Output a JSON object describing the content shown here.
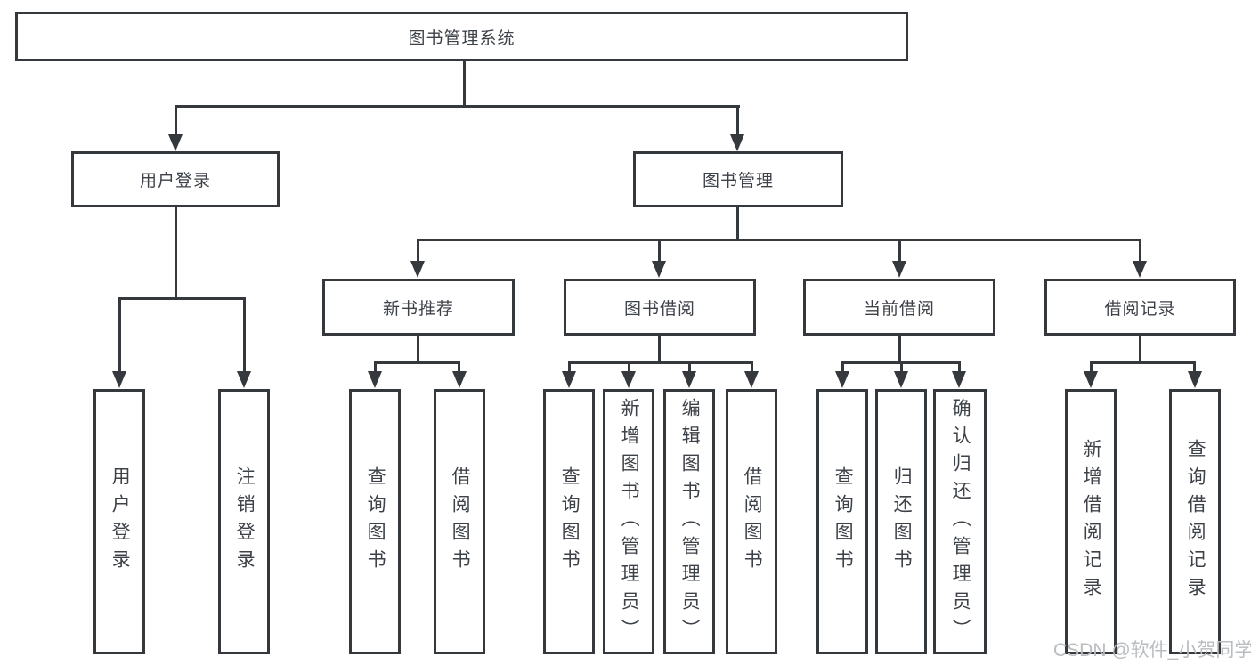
{
  "colors": {
    "line": "#35383d",
    "text": "#3d4248",
    "bg": "#ffffff",
    "watermark": "#b9bcc0"
  },
  "tree": {
    "root": {
      "label": "图书管理系统",
      "children": [
        {
          "label": "用户登录",
          "children": [
            {
              "label": "用户登录"
            },
            {
              "label": "注销登录"
            }
          ]
        },
        {
          "label": "图书管理",
          "children": [
            {
              "label": "新书推荐",
              "children": [
                {
                  "label": "查询图书"
                },
                {
                  "label": "借阅图书"
                }
              ]
            },
            {
              "label": "图书借阅",
              "children": [
                {
                  "label": "查询图书"
                },
                {
                  "label": "新增图书（管理员）"
                },
                {
                  "label": "编辑图书（管理员）"
                },
                {
                  "label": "借阅图书"
                }
              ]
            },
            {
              "label": "当前借阅",
              "children": [
                {
                  "label": "查询图书"
                },
                {
                  "label": "归还图书"
                },
                {
                  "label": "确认归还（管理员）"
                }
              ]
            },
            {
              "label": "借阅记录",
              "children": [
                {
                  "label": "新增借阅记录"
                },
                {
                  "label": "查询借阅记录"
                }
              ]
            }
          ]
        }
      ]
    }
  },
  "watermark": {
    "text": "CSDN @软件_小贺同学"
  }
}
